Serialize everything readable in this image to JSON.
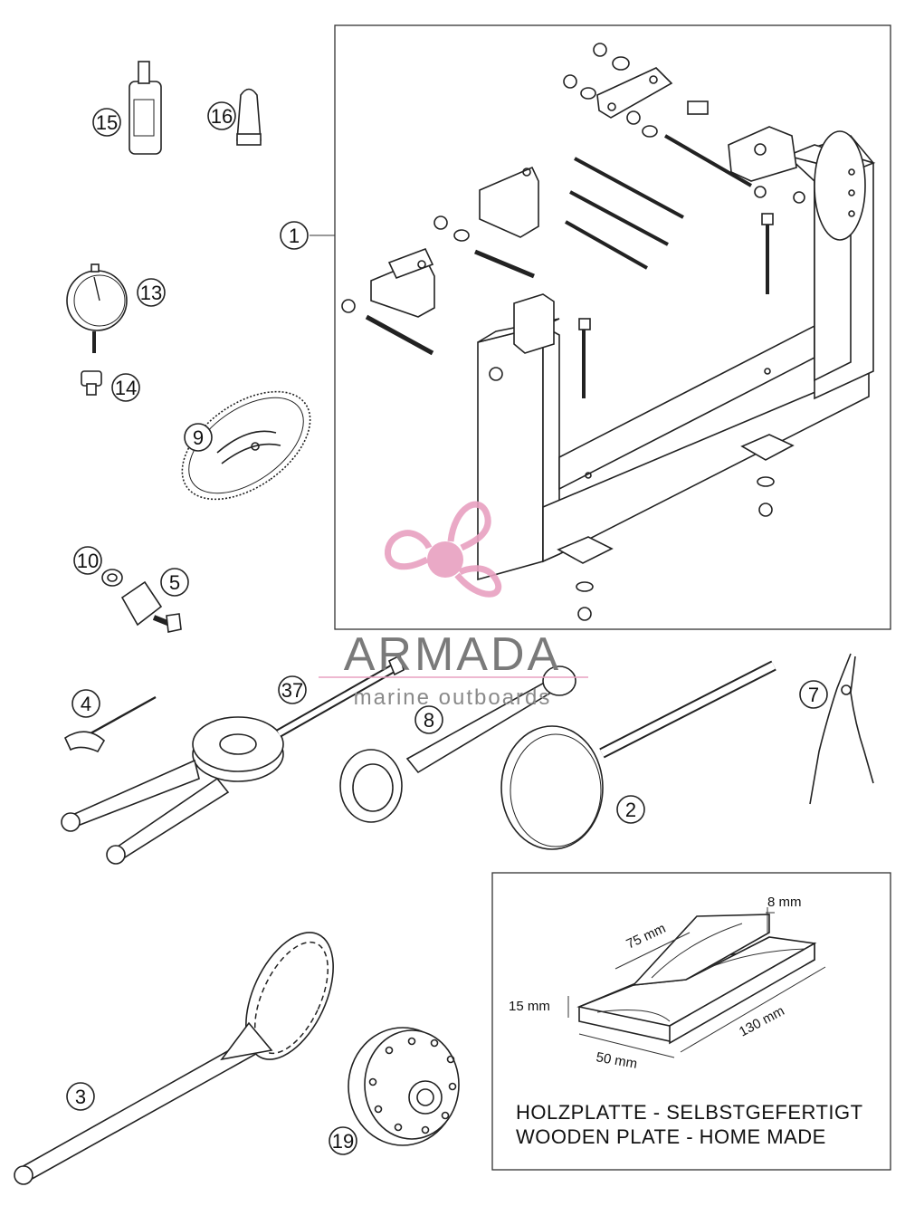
{
  "callouts": {
    "c1": "1",
    "c2": "2",
    "c3": "3",
    "c4": "4",
    "c5": "5",
    "c7": "7",
    "c8": "8",
    "c9": "9",
    "c10": "10",
    "c13": "13",
    "c14": "14",
    "c15": "15",
    "c16": "16",
    "c19": "19",
    "c37": "37"
  },
  "wooden_plate": {
    "dim_75": "75 mm",
    "dim_8": "8 mm",
    "dim_15": "15 mm",
    "dim_50": "50 mm",
    "dim_130": "130 mm",
    "title_de": "HOLZPLATTE - SELBSTGEFERTIGT",
    "title_en": "WOODEN PLATE - HOME MADE"
  },
  "watermark": {
    "brand": "ARMADA",
    "tagline": "marine outboards",
    "logo_color": "#e8a0c0",
    "text_color": "#7a7a7a"
  }
}
